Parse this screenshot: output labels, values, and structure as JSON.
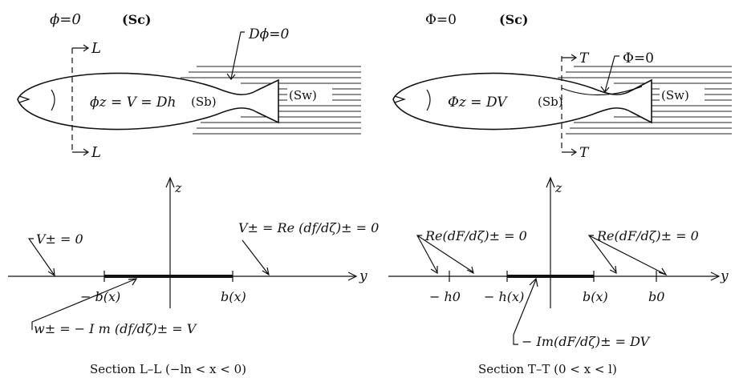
{
  "left_panel": {
    "boundary_potential": "ϕ=0",
    "boundary_region": "(Sc)",
    "section_marker_top": "L",
    "section_marker_bottom": "L",
    "surface_condition": "Dϕ=0",
    "interior_condition": "ϕz = V = Dh",
    "body_label": "(Sb)",
    "wake_label": "(Sw)",
    "axis_z": "z",
    "axis_y": "y",
    "tick_neg_b": "− b(x)",
    "tick_pos_b": "b(x)",
    "outer_condition": "V± = 0",
    "wake_condition": "V± = Re (df/dζ)± = 0",
    "plate_condition": "w± = − I m (df/dζ)± = V",
    "caption": "Section L–L (−ln < x < 0)"
  },
  "right_panel": {
    "boundary_potential": "Φ=0",
    "boundary_region": "(Sc)",
    "section_marker_top": "T",
    "section_marker_bottom": "T",
    "surface_condition": "Φ=0",
    "interior_condition": "Φz = DV",
    "body_label": "(Sb)",
    "wake_label": "(Sw)",
    "axis_z": "z",
    "axis_y": "y",
    "tick_neg_h0": "− h0",
    "tick_neg_h": "− h(x)",
    "tick_pos_b": "b(x)",
    "tick_pos_b0": "b0",
    "left_condition": "Re(dF/dζ)± = 0",
    "right_condition": "Re(dF/dζ)± = 0",
    "plate_condition": "− Im(dF/dζ)± = DV",
    "caption": "Section T–T (0 < x < l)"
  }
}
